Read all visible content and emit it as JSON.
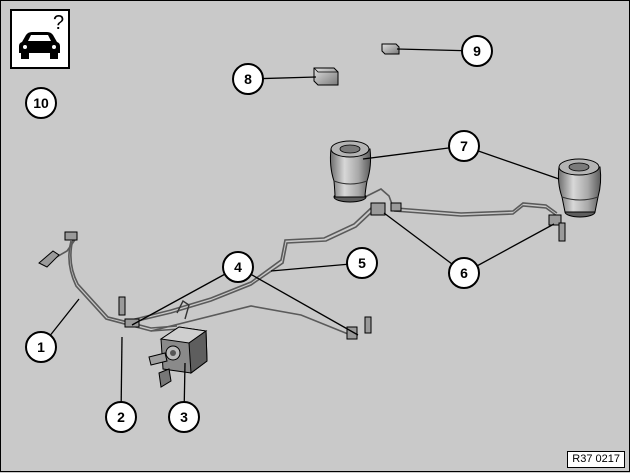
{
  "callouts": [
    {
      "id": "1",
      "label": "1"
    },
    {
      "id": "2",
      "label": "2"
    },
    {
      "id": "3",
      "label": "3"
    },
    {
      "id": "4",
      "label": "4"
    },
    {
      "id": "5",
      "label": "5"
    },
    {
      "id": "6",
      "label": "6"
    },
    {
      "id": "7",
      "label": "7"
    },
    {
      "id": "8",
      "label": "8"
    },
    {
      "id": "9",
      "label": "9"
    },
    {
      "id": "10",
      "label": "10"
    }
  ],
  "icon": {
    "name": "car-question-icon",
    "glyph": "?"
  },
  "reference_code": "R37 0217",
  "colors": {
    "background": "#c9c9c9",
    "line": "#000000",
    "callout_fill": "#ffffff"
  }
}
